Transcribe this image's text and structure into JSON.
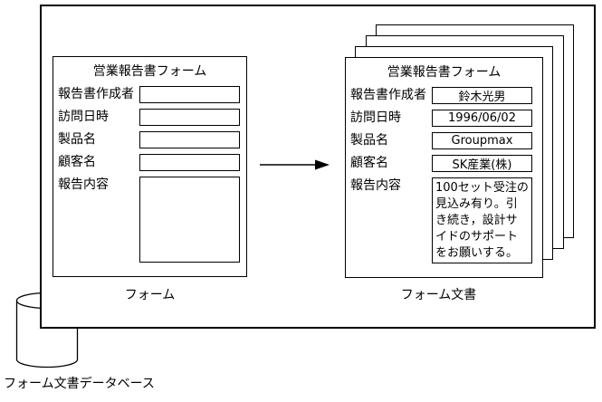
{
  "form_panel": {
    "title": "営業報告書フォーム",
    "caption": "フォーム",
    "fields": [
      {
        "label": "報告書作成者",
        "value": ""
      },
      {
        "label": "訪問日時",
        "value": ""
      },
      {
        "label": "製品名",
        "value": ""
      },
      {
        "label": "顧客名",
        "value": ""
      },
      {
        "label": "報告内容",
        "value": ""
      }
    ]
  },
  "document_panel": {
    "title": "営業報告書フォーム",
    "caption": "フォーム文書",
    "stack_count": 4,
    "fields": [
      {
        "label": "報告書作成者",
        "value": "鈴木光男"
      },
      {
        "label": "訪問日時",
        "value": "1996/06/02"
      },
      {
        "label": "製品名",
        "value": "Groupmax"
      },
      {
        "label": "顧客名",
        "value": "SK産業(株)"
      },
      {
        "label": "報告内容",
        "value": "100セット受注の\n見込み有り。引\nき続き，設計サ\nイドのサポート\nをお願いする。"
      }
    ]
  },
  "database": {
    "label": "フォーム文書データベース"
  },
  "arrow": {
    "direction": "right"
  },
  "colors": {
    "line": "#000000",
    "background": "#ffffff"
  }
}
